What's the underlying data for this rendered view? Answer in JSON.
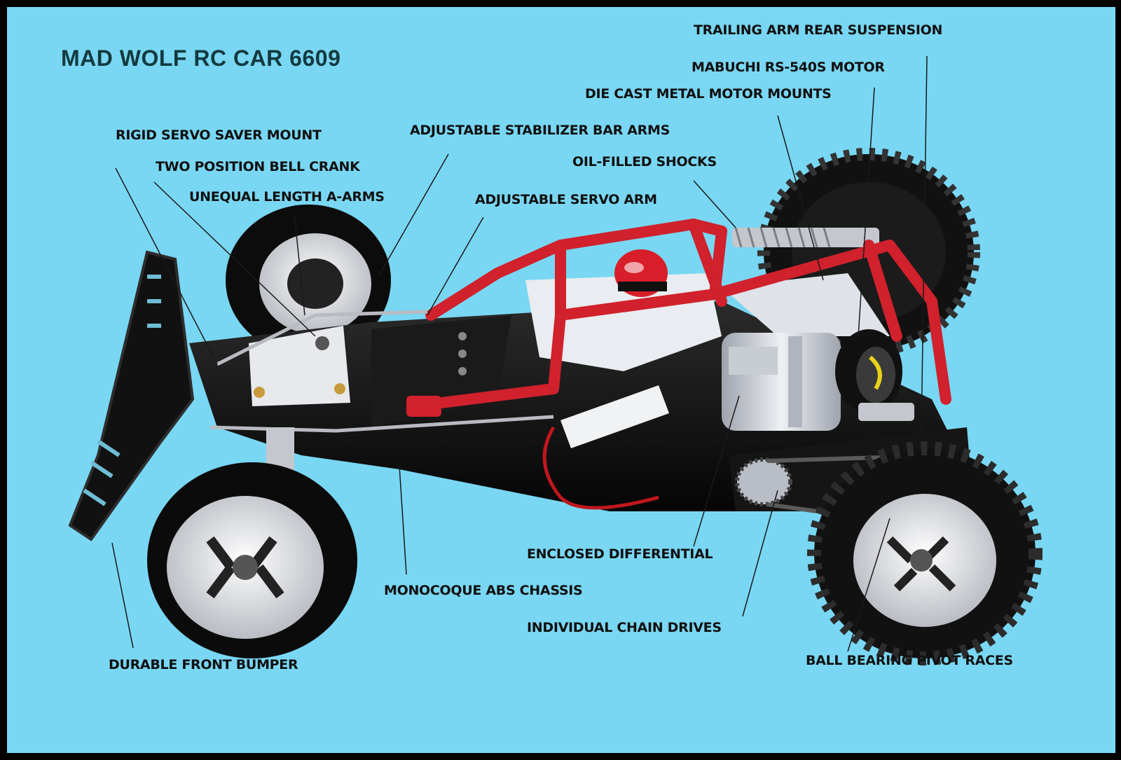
{
  "title": "MAD WOLF RC CAR 6609",
  "colors": {
    "background": "#79d7f3",
    "frame_border": "#000000",
    "roll_cage": "#d0212c",
    "chassis": "#111111",
    "label_text": "#101010",
    "title_text": "#133a3f"
  },
  "callouts": [
    {
      "id": "trailing-arm-rear-suspension",
      "text": "TRAILING ARM REAR SUSPENSION"
    },
    {
      "id": "mabuchi-motor",
      "text": "MABUCHI RS-540S MOTOR"
    },
    {
      "id": "die-cast-motor-mounts",
      "text": "DIE CAST METAL MOTOR MOUNTS"
    },
    {
      "id": "rigid-servo-saver-mount",
      "text": "RIGID SERVO SAVER MOUNT"
    },
    {
      "id": "adjustable-stabilizer-bar-arms",
      "text": "ADJUSTABLE STABILIZER BAR ARMS"
    },
    {
      "id": "two-position-bell-crank",
      "text": "TWO POSITION BELL CRANK"
    },
    {
      "id": "oil-filled-shocks",
      "text": "OIL-FILLED SHOCKS"
    },
    {
      "id": "unequal-length-a-arms",
      "text": "UNEQUAL LENGTH A-ARMS"
    },
    {
      "id": "adjustable-servo-arm",
      "text": "ADJUSTABLE SERVO ARM"
    },
    {
      "id": "enclosed-differential",
      "text": "ENCLOSED DIFFERENTIAL"
    },
    {
      "id": "monocoque-abs-chassis",
      "text": "MONOCOQUE ABS CHASSIS"
    },
    {
      "id": "individual-chain-drives",
      "text": "INDIVIDUAL CHAIN DRIVES"
    },
    {
      "id": "durable-front-bumper",
      "text": "DURABLE FRONT BUMPER"
    },
    {
      "id": "ball-bearing-pivot-races",
      "text": "BALL BEARING PIVOT RACES"
    }
  ]
}
